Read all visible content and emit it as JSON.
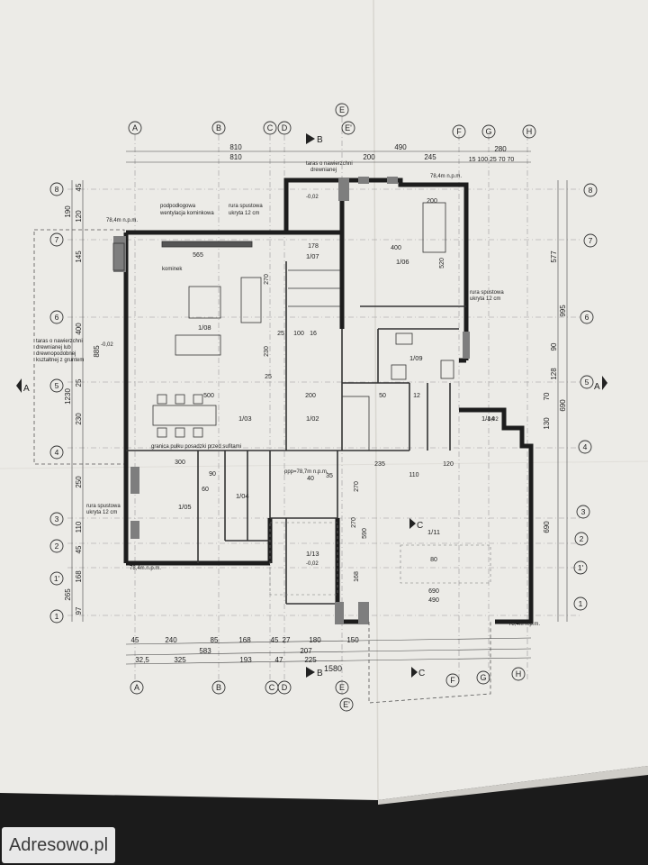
{
  "watermark": "Adresowo.pl",
  "axes_letters": {
    "A": "A",
    "B": "B",
    "C": "C",
    "D": "D",
    "E": "E",
    "E2": "E'",
    "F": "F",
    "G": "G",
    "H": "H"
  },
  "axes_numbers": [
    "8",
    "7",
    "6",
    "5",
    "4",
    "3",
    "2",
    "1'",
    "1"
  ],
  "section_marks": {
    "A": "A",
    "B": "B",
    "C": "C"
  },
  "top_dims": {
    "d810a": "810",
    "d810b": "810",
    "d490": "490",
    "d200": "200",
    "d245": "245",
    "d280": "280",
    "d15_100_25_70_70": "15 100 25 70 70"
  },
  "bottom_dims": {
    "row1": [
      "45",
      "240",
      "85",
      "168",
      "45",
      "27",
      "180",
      "150"
    ],
    "row2": [
      "583",
      "207"
    ],
    "row3": [
      "32,5",
      "325",
      "193",
      "47",
      "225"
    ],
    "total": "1580"
  },
  "left_dims": {
    "d190": "190",
    "d120": "120",
    "d145": "145",
    "d400": "400",
    "d885": "885",
    "d1230": "1230",
    "d230": "230",
    "d250": "250",
    "d110": "110",
    "d168": "168",
    "d265": "265",
    "d97": "97",
    "d25": "25",
    "d45": "45",
    "d45b": "45"
  },
  "right_dims": {
    "d577": "577",
    "d995": "995",
    "d90": "90",
    "d128": "128",
    "d70": "70",
    "d130": "130",
    "d690": "690",
    "d690b": "690"
  },
  "rooms": {
    "r108": "1/08",
    "r107": "1/07",
    "r106": "1/06",
    "r109": "1/09",
    "r103": "1/03",
    "r102": "1/02",
    "r105": "1/05",
    "r104": "1/04",
    "r111": "1/11",
    "r113": "1/13",
    "r114": "1/14"
  },
  "labels": {
    "podpodlogowa": "podpodłogowa",
    "wentylacja": "wentylacja kominkowa",
    "rura_spustowa_top": "rura spustowa",
    "ukryta_top": "ukryta 12 cm",
    "taras_top": "taras o nawierzchni",
    "drewnianej": "drewnianej",
    "kominek": "kominek",
    "taras_left1": "taras o nawierzchni",
    "taras_left2": "drewnianej lub",
    "taras_left3": "drewnopodobnej",
    "taras_left4": "kształtnej z gruntem",
    "granica": "granica pułku posadzki przed sufitami",
    "rura_right": "rura spustowa",
    "ukryta_right": "ukryta 12 cm",
    "rura_left_bottom": "rura spustowa",
    "ukryta_left_bottom": "ukryta 12 cm",
    "ppp": "ppp=78,7m n.p.m.",
    "level_top": "78,4m n.p.m.",
    "level_left": "78,4m n.p.m.",
    "level_bottom_left": "78,4m.n.p.m.",
    "level_bottom_right": "78,4m n.p.m.",
    "minus002a": "-0,02",
    "minus002b": "-0,02",
    "minus002c": "-0,02",
    "minus002d": "-0,02"
  },
  "inner_dims": {
    "d565": "565",
    "d300": "300",
    "d500": "500",
    "d178": "178",
    "d400r": "400",
    "d520": "520",
    "d270a": "270",
    "d270b": "270",
    "d230": "230",
    "d200b": "200",
    "d100a": "100",
    "d16": "16",
    "d25a": "25",
    "d25b": "25",
    "d60": "60",
    "d35": "35",
    "d300b": "300",
    "d90": "90",
    "d235": "235",
    "d110": "110",
    "d120": "120",
    "d590": "590",
    "d690": "690",
    "d490": "490",
    "d168": "168",
    "d270c": "270",
    "d200": "200",
    "d40": "40",
    "d12": "12",
    "d80": "80",
    "d50": "50"
  }
}
